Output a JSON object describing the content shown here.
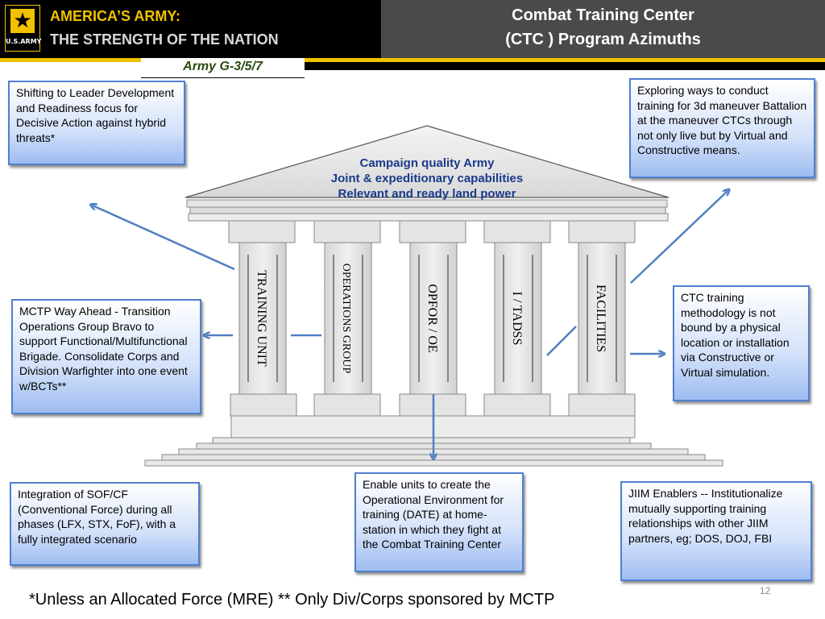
{
  "header": {
    "logo_text": "U.S.ARMY",
    "brand_line1": "AMERICA’S ARMY:",
    "brand_line2": "THE STRENGTH OF THE NATION",
    "title_line1": "Combat Training Center",
    "title_line2": "(CTC ) Program Azimuths",
    "office_tab": "Army G-3/5/7"
  },
  "temple": {
    "pediment_lines": [
      "Campaign quality Army",
      "Joint & expeditionary  capabilities",
      "Relevant and ready land power"
    ],
    "columns": [
      "TRAINING UNIT",
      "OPERATIONS GROUP",
      "OPFOR / OE",
      "I / TADSS",
      "FACILITIES"
    ]
  },
  "boxes": {
    "top_left": "Shifting to Leader Development and Readiness focus for Decisive Action against hybrid threats*",
    "top_right": "Exploring ways to conduct training for 3d maneuver Battalion at the maneuver CTCs through not only live but by Virtual and Constructive means.",
    "mid_left": "MCTP Way Ahead - Transition Operations Group Bravo to support Functional/Multifunctional Brigade. Consolidate Corps and Division Warfighter into one event w/BCTs**",
    "mid_right": "CTC training methodology is not bound by a physical location or installation via Constructive or Virtual simulation.",
    "bottom_left": "Integration of SOF/CF (Conventional Force) during all phases (LFX, STX, FoF), with a fully integrated scenario",
    "bottom_center": "Enable units to create the Operational Environment for training (DATE) at home-station in which  they fight at the Combat Training Center",
    "bottom_right": "JIIM Enablers -- Institutionalize mutually supporting training relationships with other JIIM partners, eg; DOS, DOJ, FBI"
  },
  "footer": {
    "footnote": "*Unless an Allocated Force  (MRE)   ** Only Div/Corps sponsored by MCTP",
    "page_number": "12"
  },
  "colors": {
    "gold": "#f2c200",
    "arrow_blue": "#4f7fc0",
    "box_border": "#4f7fcf"
  }
}
